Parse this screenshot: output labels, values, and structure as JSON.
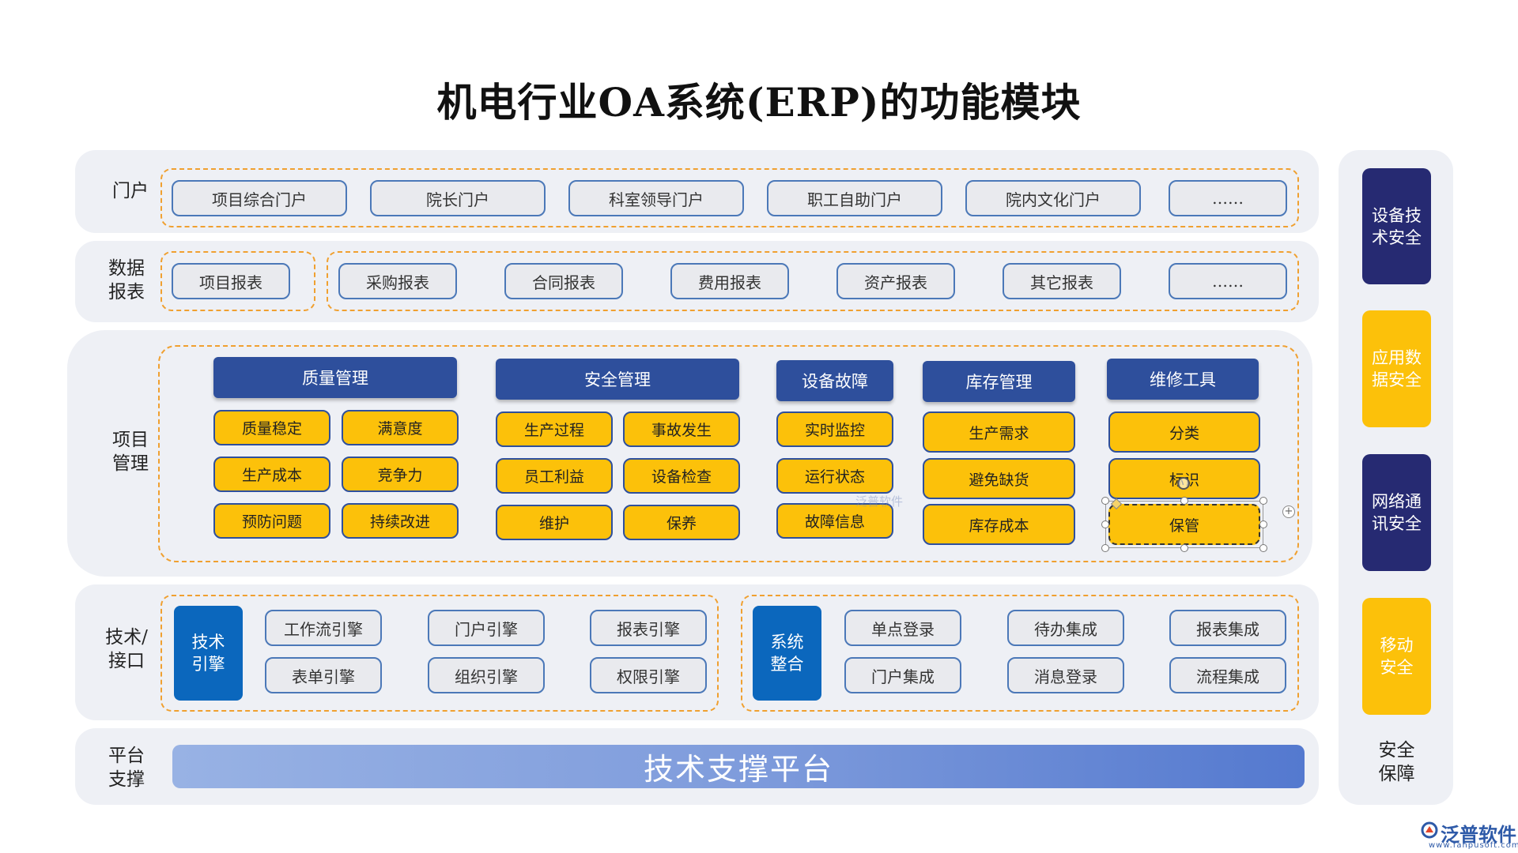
{
  "title": "机电行业OA系统(ERP)的功能模块",
  "rows": {
    "portal": {
      "label": "门户",
      "items": [
        "项目综合门户",
        "院长门户",
        "科室领导门户",
        "职工自助门户",
        "院内文化门户",
        "……"
      ]
    },
    "reports": {
      "label_line1": "数据",
      "label_line2": "报表",
      "project_report": "项目报表",
      "items": [
        "采购报表",
        "合同报表",
        "费用报表",
        "资产报表",
        "其它报表",
        "……"
      ]
    },
    "project": {
      "label_line1": "项目",
      "label_line2": "管理",
      "groups": [
        {
          "header": "质量管理",
          "items": [
            "质量稳定",
            "满意度",
            "生产成本",
            "竞争力",
            "预防问题",
            "持续改进"
          ]
        },
        {
          "header": "安全管理",
          "items": [
            "生产过程",
            "事故发生",
            "员工利益",
            "设备检查",
            "维护",
            "保养"
          ]
        },
        {
          "header": "设备故障",
          "items": [
            "实时监控",
            "运行状态",
            "故障信息"
          ]
        },
        {
          "header": "库存管理",
          "items": [
            "生产需求",
            "避免缺货",
            "库存成本"
          ]
        },
        {
          "header": "维修工具",
          "items": [
            "分类",
            "标识",
            "保管"
          ]
        }
      ]
    },
    "tech": {
      "label_line1": "技术/",
      "label_line2": "接口",
      "engine_block_line1": "技术",
      "engine_block_line2": "引擎",
      "engines": [
        "工作流引擎",
        "门户引擎",
        "报表引擎",
        "表单引擎",
        "组织引擎",
        "权限引擎"
      ],
      "integration_block_line1": "系统",
      "integration_block_line2": "整合",
      "integrations": [
        "单点登录",
        "待办集成",
        "报表集成",
        "门户集成",
        "消息登录",
        "流程集成"
      ]
    },
    "platform": {
      "label_line1": "平台",
      "label_line2": "支撑",
      "bar": "技术支撑平台"
    }
  },
  "security": {
    "items": [
      {
        "line1": "设备技",
        "line2": "术安全"
      },
      {
        "line1": "应用数",
        "line2": "据安全"
      },
      {
        "line1": "网络通",
        "line2": "讯安全"
      },
      {
        "line1": "移动",
        "line2": "安全"
      }
    ],
    "label_line1": "安全",
    "label_line2": "保障"
  },
  "watermark": "泛普软件",
  "brand": {
    "name": "泛普软件",
    "url": "www.fanpusoft.com"
  },
  "colors": {
    "navy": "#2e4f9c",
    "gold": "#fcc10a",
    "blue": "#0b67bd",
    "dashed": "#f0a030",
    "band": "#eef0f5"
  }
}
